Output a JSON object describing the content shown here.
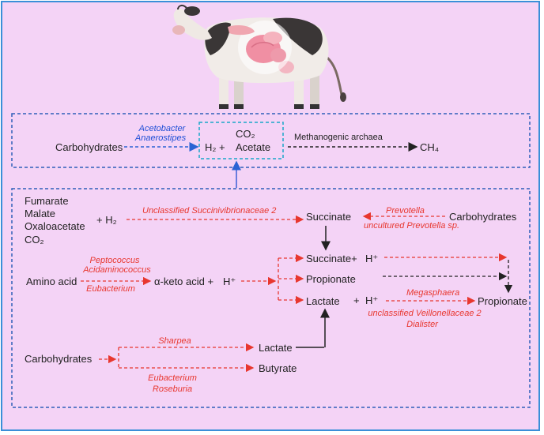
{
  "top": {
    "carbohydrates": "Carbohydrates",
    "acetobacter": "Acetobacter",
    "anaerostipes": "Anaerostipes",
    "h2_plus": "H₂ +",
    "co2": "CO₂",
    "acetate": "Acetate",
    "methanogenic": "Methanogenic archaea",
    "ch4": "CH₄"
  },
  "bottom": {
    "fumarate": "Fumarate",
    "malate": "Malate",
    "oxaloacetate": "Oxaloacetate",
    "co2": "CO₂",
    "plus_h2": "+ H₂",
    "unclassified_succ": "Unclassified Succinivibrionaceae 2",
    "succinate": "Succinate",
    "prevotella": "Prevotella",
    "uncultured_prevotella": "uncultured Prevotella sp.",
    "carbohydrates_right": "Carbohydrates",
    "peptococcus": "Peptococcus",
    "acidaminococcus": "Acidaminococcus",
    "eubacterium": "Eubacterium",
    "amino_acid": "Amino acid",
    "keto_acid": "α-keto acid +",
    "h_plus": "H⁺",
    "succinate_plus": "Succinate+",
    "h_plus_2": "H⁺",
    "propionate": "Propionate",
    "lactate": "Lactate",
    "plus": "+",
    "h_plus_3": "H⁺",
    "megasphaera": "Megasphaera",
    "propionate_final": "Propionate",
    "unclassified_veil": "unclassified Veillonellaceae 2",
    "dialister": "Dialister",
    "carbohydrates_left": "Carbohydrates",
    "sharpea": "Sharpea",
    "lactate_2": "Lactate",
    "butyrate": "Butyrate",
    "eubacterium_2": "Eubacterium",
    "roseburia": "Roseburia"
  },
  "colors": {
    "background": "#f4d3f6",
    "frame": "#3a8fd8",
    "box_border": "#2f5fb8",
    "inner_box": "#19a7c9",
    "red": "#e8372f",
    "blue": "#1f4fd6",
    "dark": "#222222"
  },
  "icons": [
    "cow-illustration"
  ]
}
